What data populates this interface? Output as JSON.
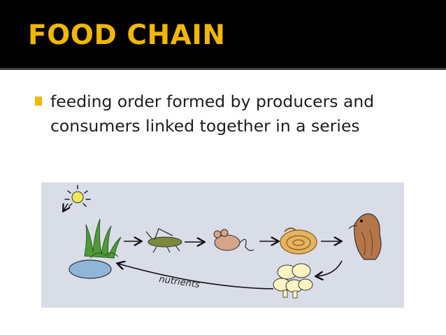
{
  "slide": {
    "title": "FOOD CHAIN",
    "bullets": [
      {
        "text": "feeding order formed by producers and consumers linked together in a series"
      }
    ]
  },
  "illustration": {
    "arrow_label": "nutrients",
    "elements": [
      "sun-icon",
      "grass-icon",
      "water-icon",
      "grasshopper-icon",
      "mouse-icon",
      "snake-icon",
      "hawk-icon",
      "mushroom-icon"
    ]
  },
  "colors": {
    "title": "#f2b705",
    "title_bar": "#000000",
    "bullet": "#f2b705",
    "illustration_bg": "#d9dde8"
  }
}
